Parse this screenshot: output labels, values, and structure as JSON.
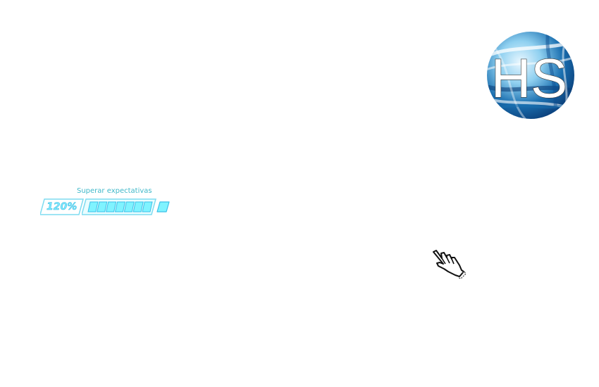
{
  "logo": {
    "monogram": "HS",
    "colors": {
      "primary": "#1a6fb0",
      "dark": "#0b3f7a",
      "light": "#8fd0f0"
    }
  },
  "progress": {
    "caption": "Superar expectativas",
    "percent_label": "120%",
    "percent_value": 120,
    "filled_segments": 7,
    "total_segments": 7,
    "overflow": true,
    "colors": {
      "fill": "#7ff3ff",
      "stroke": "#3cc0e8",
      "text": "#3fb8c9"
    }
  },
  "cursor": {
    "icon": "hand-pointer-icon"
  }
}
